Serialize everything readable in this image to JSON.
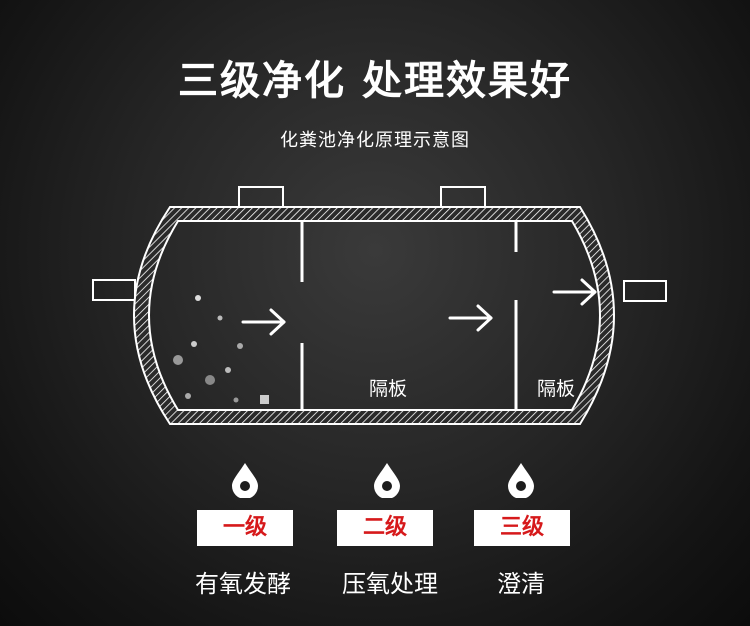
{
  "title": "三级净化 处理效果好",
  "subtitle": "化粪池净化原理示意图",
  "partitions": [
    "隔板",
    "隔板"
  ],
  "stages": [
    {
      "level": "一级",
      "desc": "有氧发酵"
    },
    {
      "level": "二级",
      "desc": "压氧处理"
    },
    {
      "level": "三级",
      "desc": "澄清"
    }
  ],
  "colors": {
    "accent": "#d6191b",
    "background": "#1c1c1c",
    "line": "#ffffff"
  },
  "icons": [
    "arrow-right-icon",
    "water-drop-icon"
  ]
}
